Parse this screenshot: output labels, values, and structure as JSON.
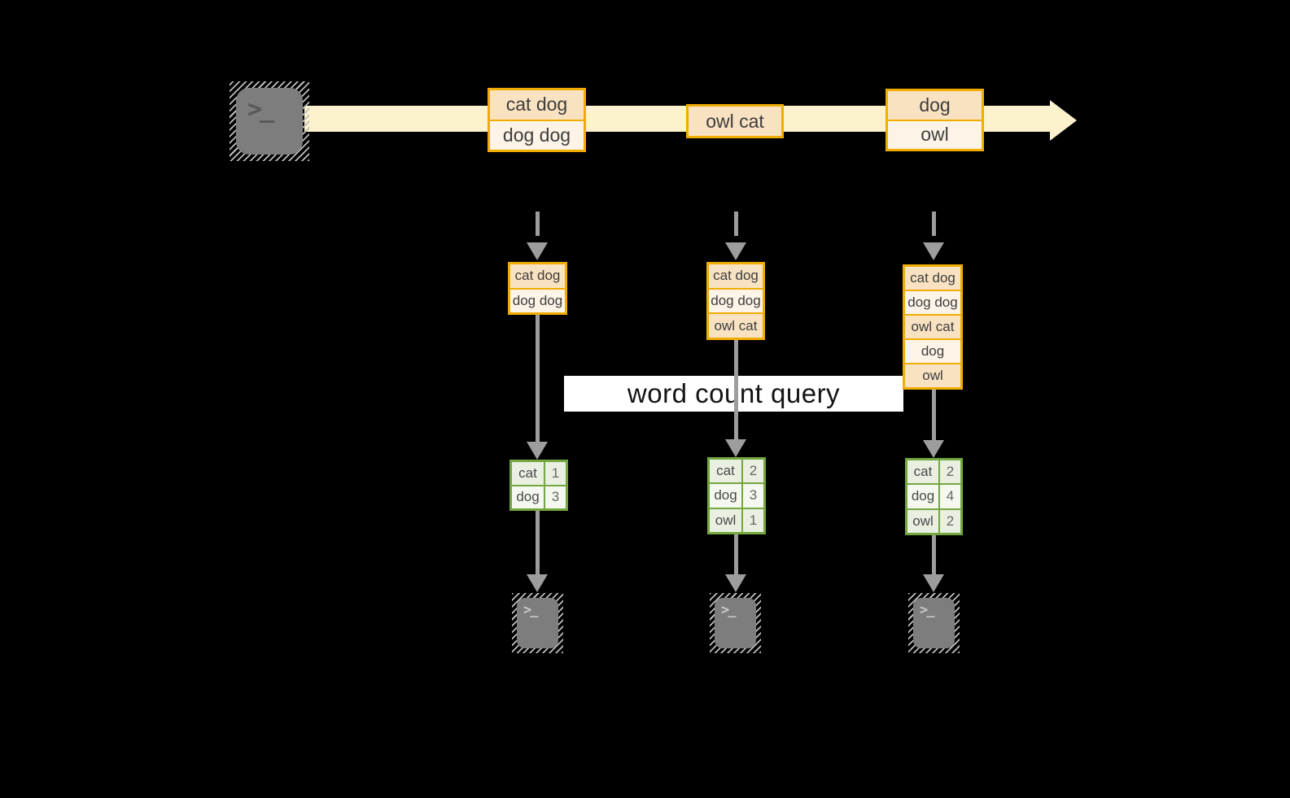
{
  "palette": {
    "background": "#000000",
    "band_yellow": "#fcf2cd",
    "amber_border": "#f0ad00",
    "peach_fill": "#f9e2c1",
    "cream_fill": "#fdf3e6",
    "green_border": "#73a73f",
    "green_tint_fill": "#e9efe1",
    "green_light_fill": "#f5f8f1",
    "arrow_gray": "#9d9d9d",
    "terminal_gray": "#7d7d7d",
    "query_box_bg": "#ffffff"
  },
  "source_icon": {
    "glyph": ">_"
  },
  "timeline": {
    "boxes": [
      {
        "rows": {
          "0": "cat dog",
          "1": "dog dog"
        }
      },
      {
        "rows": {
          "0": "owl cat"
        }
      },
      {
        "rows": {
          "0": "dog",
          "1": "owl"
        }
      }
    ]
  },
  "input_stacks": [
    {
      "rows": {
        "0": "cat dog",
        "1": "dog dog"
      }
    },
    {
      "rows": {
        "0": "cat dog",
        "1": "dog dog",
        "2": "owl cat"
      }
    },
    {
      "rows": {
        "0": "cat dog",
        "1": "dog dog",
        "2": "owl cat",
        "3": "dog",
        "4": "owl"
      }
    }
  ],
  "query": {
    "label": "word count query"
  },
  "results": [
    {
      "rows": {
        "0": {
          "word": "cat",
          "count": "1"
        },
        "1": {
          "word": "dog",
          "count": "3"
        }
      }
    },
    {
      "rows": {
        "0": {
          "word": "cat",
          "count": "2"
        },
        "1": {
          "word": "dog",
          "count": "3"
        },
        "2": {
          "word": "owl",
          "count": "1"
        }
      }
    },
    {
      "rows": {
        "0": {
          "word": "cat",
          "count": "2"
        },
        "1": {
          "word": "dog",
          "count": "4"
        },
        "2": {
          "word": "owl",
          "count": "2"
        }
      }
    }
  ],
  "output_icons": {
    "glyph": ">_"
  }
}
